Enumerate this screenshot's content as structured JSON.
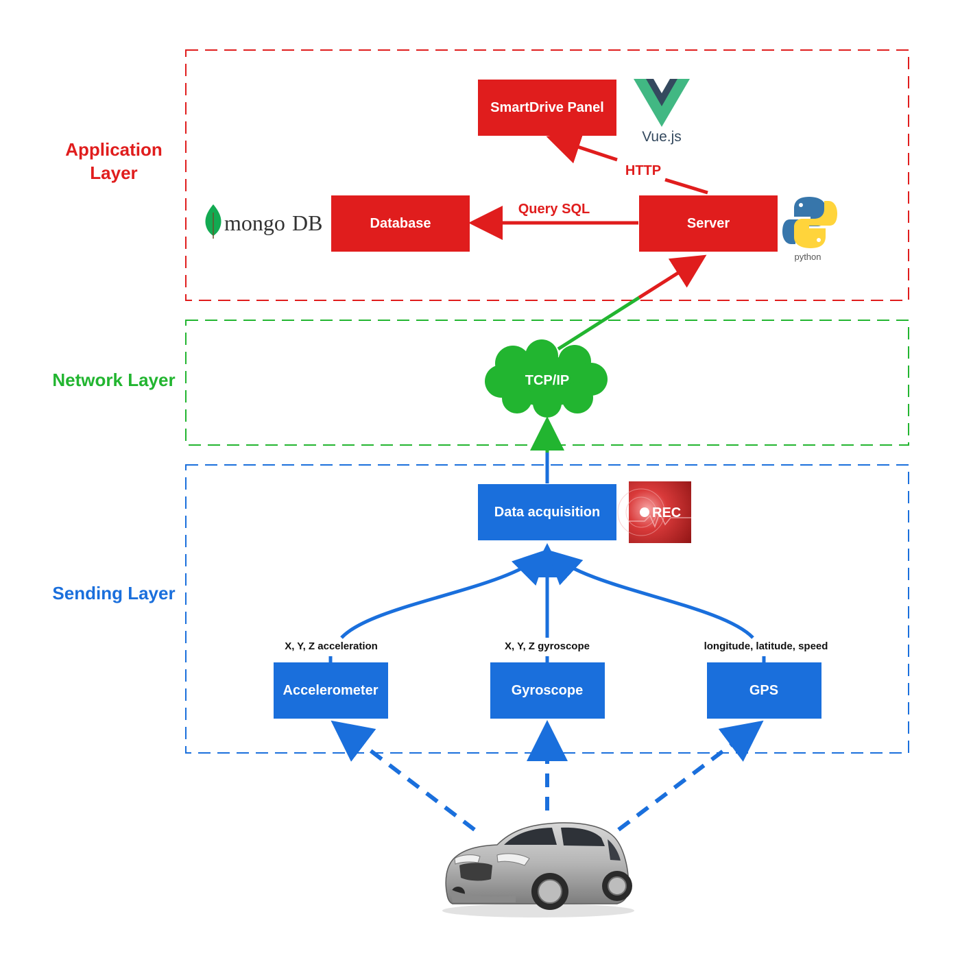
{
  "colors": {
    "application": "#e01d1d",
    "network": "#22b530",
    "sending": "#1a6fdc",
    "white": "#ffffff",
    "vue_green": "#41b883",
    "vue_dark": "#34495e",
    "mongo_green": "#13aa52",
    "python_blue": "#3776ab",
    "python_yellow": "#ffd43b"
  },
  "layers": {
    "application": {
      "label_line1": "Application",
      "label_line2": "Layer"
    },
    "network": {
      "label": "Network Layer"
    },
    "sending": {
      "label": "Sending Layer"
    }
  },
  "nodes": {
    "smartdrive_panel": "SmartDrive Panel",
    "database": "Database",
    "server": "Server",
    "tcpip": "TCP/IP",
    "data_acquisition": "Data acquisition",
    "accelerometer": "Accelerometer",
    "gyroscope": "Gyroscope",
    "gps": "GPS"
  },
  "edges": {
    "http": "HTTP",
    "query_sql": "Query SQL"
  },
  "sensor_captions": {
    "accelerometer": "X, Y, Z acceleration",
    "gyroscope": "X, Y, Z gyroscope",
    "gps": "longitude, latitude, speed"
  },
  "logos": {
    "vue": {
      "icon": "vue-logo",
      "text": "Vue.js"
    },
    "mongodb": {
      "icon": "mongodb-logo",
      "text_a": "mongo",
      "text_b": "DB"
    },
    "python": {
      "icon": "python-logo",
      "text": "python"
    },
    "rec": {
      "icon": "rec-logo",
      "text": "REC"
    }
  },
  "car": {
    "icon": "car-image"
  }
}
